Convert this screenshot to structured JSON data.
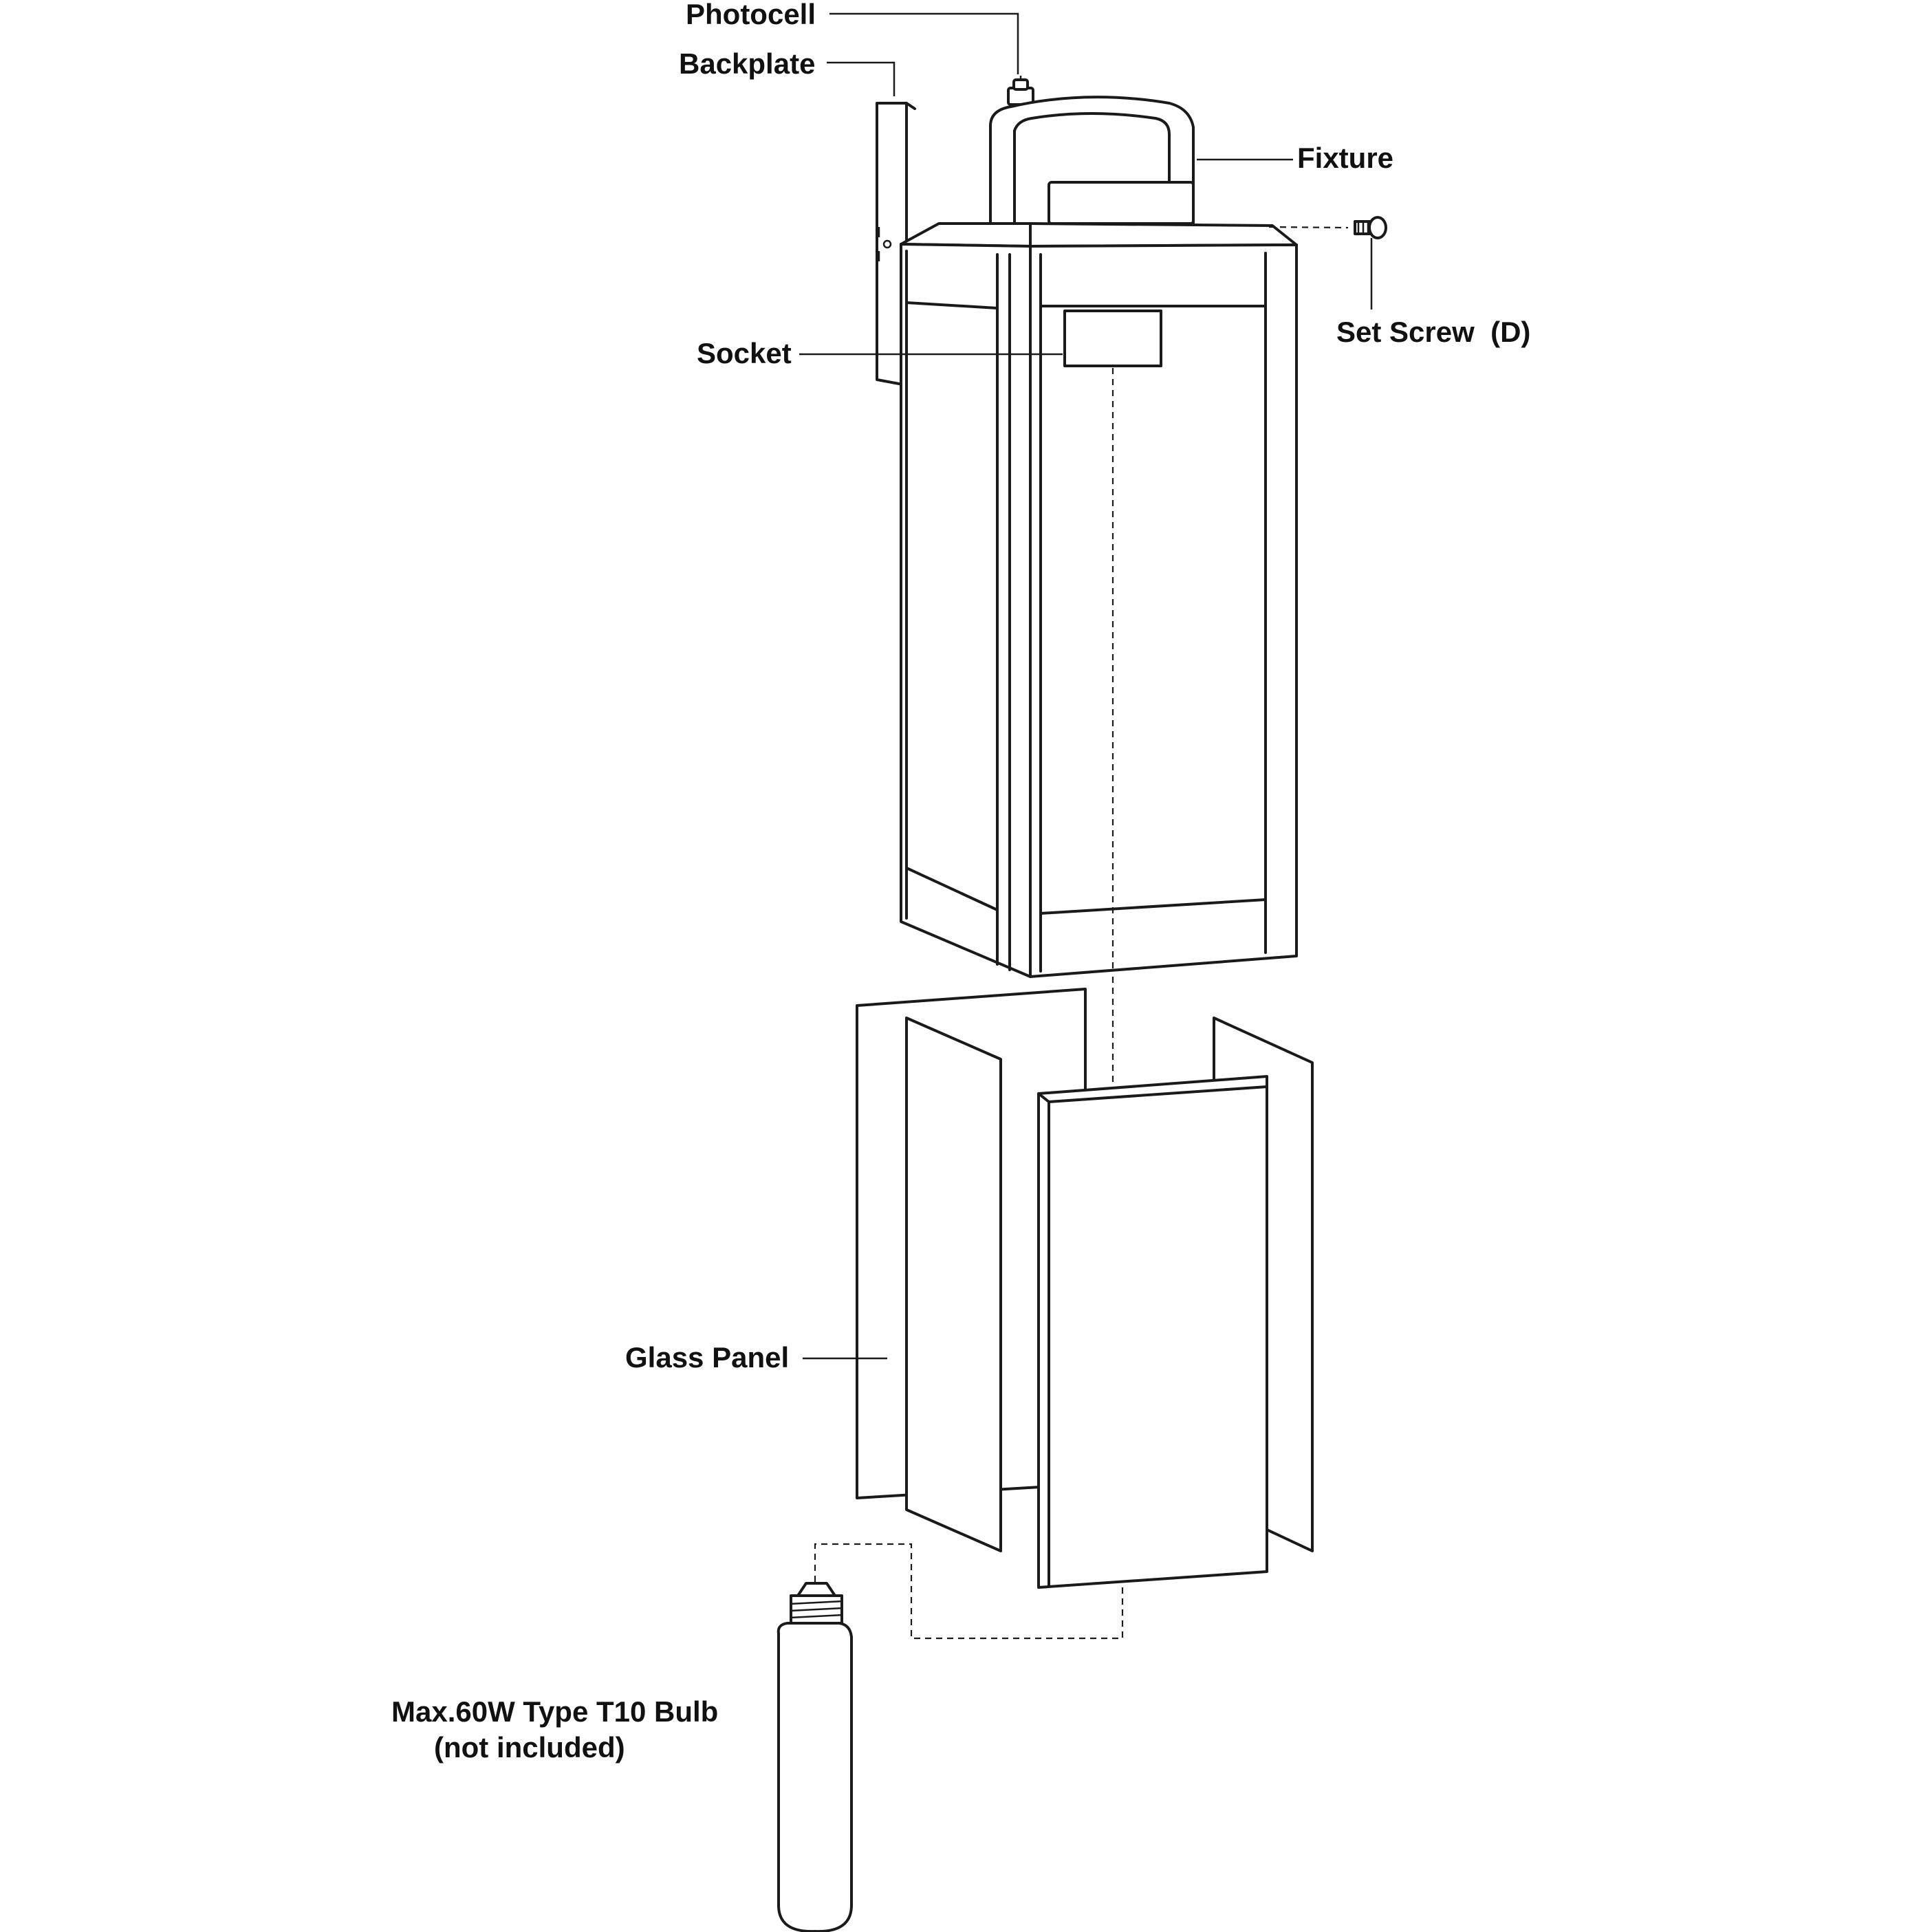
{
  "labels": {
    "photocell": "Photocell",
    "backplate": "Backplate",
    "fixture": "Fixture",
    "set_screw": "Set Screw  (D)",
    "socket": "Socket",
    "glass_panel": "Glass Panel",
    "bulb_line1": "Max.60W Type T10 Bulb",
    "bulb_line2": "(not included)"
  }
}
